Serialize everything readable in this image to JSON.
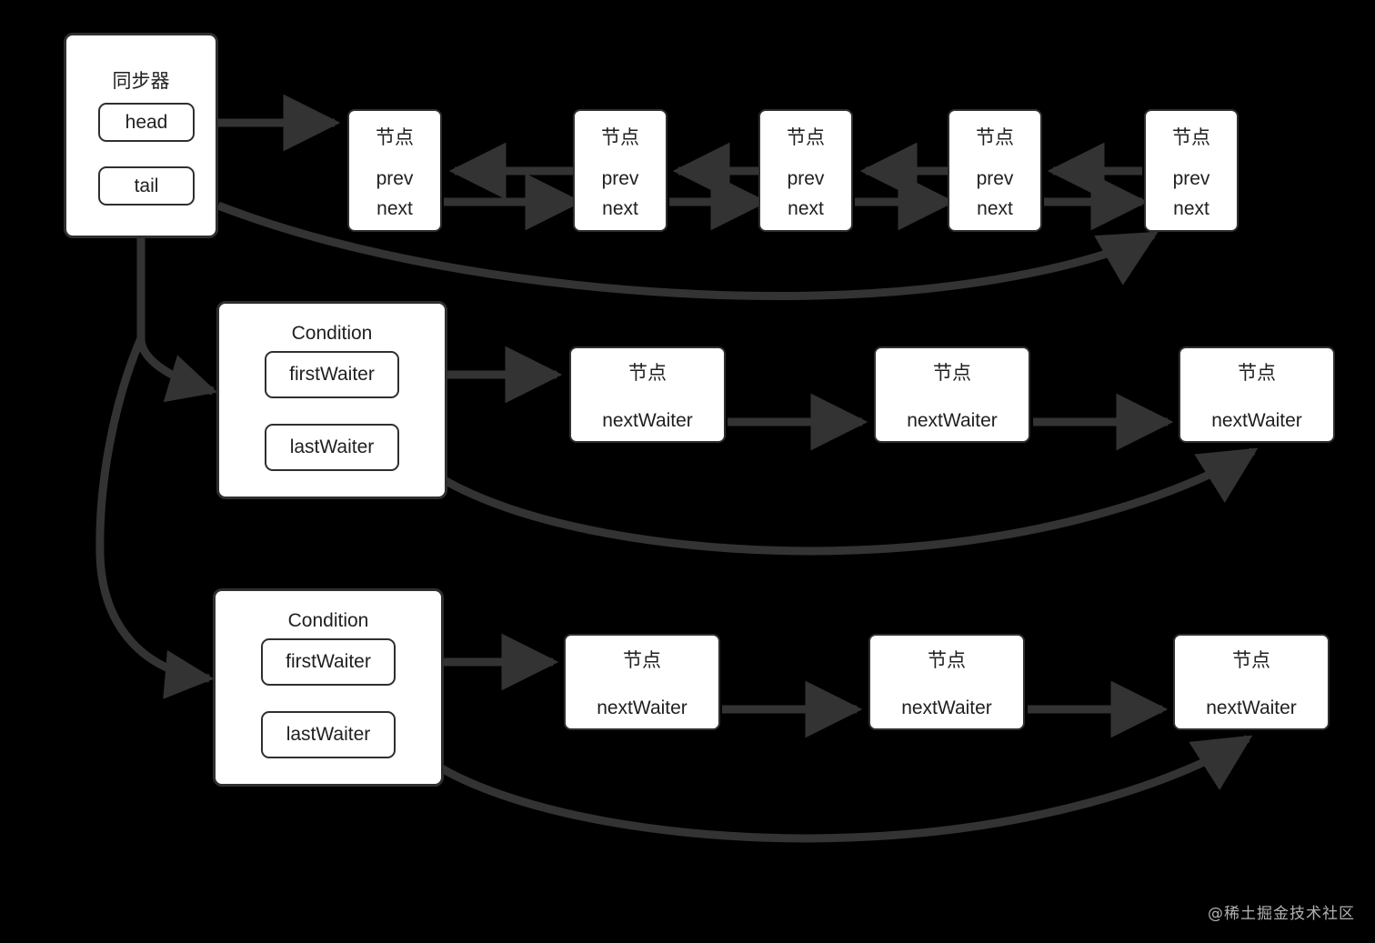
{
  "canvas": {
    "background_color": "#000000",
    "edge_color": "#333333",
    "box_fill": "#ffffff",
    "box_stroke": "#2f2f2f",
    "text_color": "#1f1f1f"
  },
  "sync": {
    "title": "同步器",
    "head_label": "head",
    "tail_label": "tail"
  },
  "aqs_queue": {
    "node_title": "节点",
    "prev_label": "prev",
    "next_label": "next",
    "nodes": [
      {
        "title": "节点",
        "prev": "prev",
        "next": "next"
      },
      {
        "title": "节点",
        "prev": "prev",
        "next": "next"
      },
      {
        "title": "节点",
        "prev": "prev",
        "next": "next"
      },
      {
        "title": "节点",
        "prev": "prev",
        "next": "next"
      },
      {
        "title": "节点",
        "prev": "prev",
        "next": "next"
      }
    ]
  },
  "conditions": [
    {
      "title": "Condition",
      "first_waiter_label": "firstWaiter",
      "last_waiter_label": "lastWaiter",
      "waiters": [
        {
          "title": "节点",
          "next_waiter": "nextWaiter"
        },
        {
          "title": "节点",
          "next_waiter": "nextWaiter"
        },
        {
          "title": "节点",
          "next_waiter": "nextWaiter"
        }
      ]
    },
    {
      "title": "Condition",
      "first_waiter_label": "firstWaiter",
      "last_waiter_label": "lastWaiter",
      "waiters": [
        {
          "title": "节点",
          "next_waiter": "nextWaiter"
        },
        {
          "title": "节点",
          "next_waiter": "nextWaiter"
        },
        {
          "title": "节点",
          "next_waiter": "nextWaiter"
        }
      ]
    }
  ],
  "watermark": {
    "text": "@稀土掘金技术社区"
  }
}
